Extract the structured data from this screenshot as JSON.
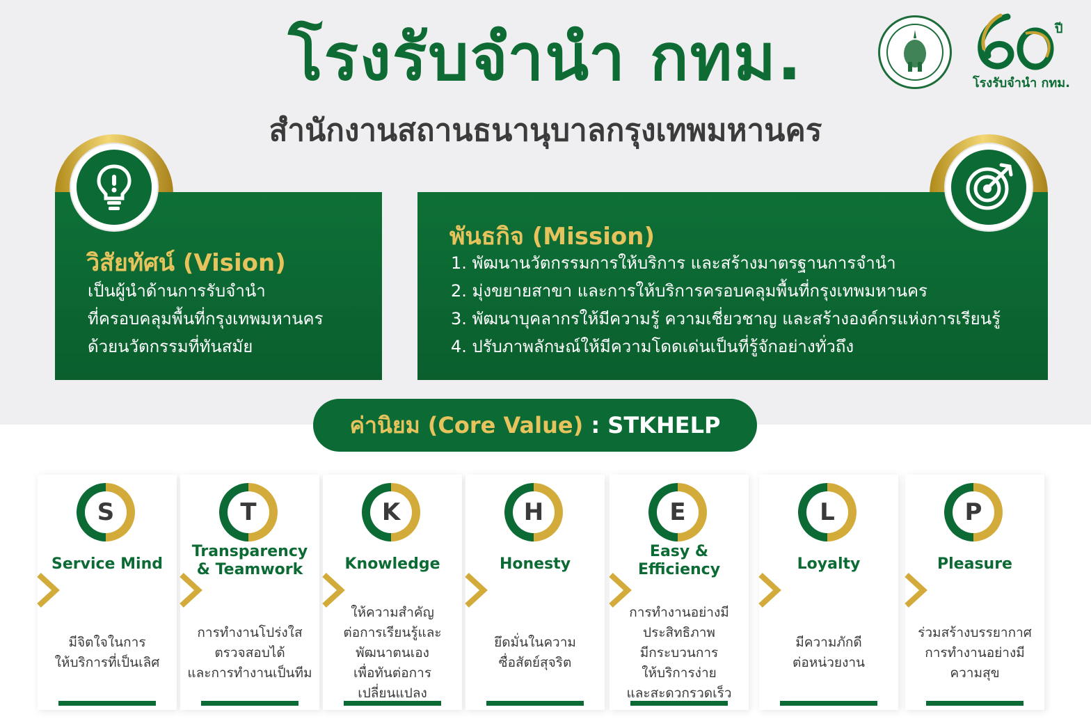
{
  "header": {
    "title": "โรงรับจำนำ กทม.",
    "subtitle": "สำนักงานสถานธนานุบาลกรุงเทพมหานคร"
  },
  "logo": {
    "anniversary_number": "60",
    "anniversary_suffix": "ปี",
    "anniversary_text": "โรงรับจำนำ กทม."
  },
  "vision": {
    "heading": "วิสัยทัศน์ (Vision)",
    "lines": [
      "เป็นผู้นำด้านการรับจำนำ",
      "ที่ครอบคลุมพื้นที่กรุงเทพมหานคร",
      "ด้วยนวัตกรรมที่ทันสมัย"
    ],
    "icon": "lightbulb-icon"
  },
  "mission": {
    "heading": "พันธกิจ (Mission)",
    "lines": [
      "1. พัฒนานวัตกรรมการให้บริการ และสร้างมาตรฐานการจำนำ",
      "2. มุ่งขยายสาขา และการให้บริการครอบคลุมพื้นที่กรุงเทพมหานคร",
      "3. พัฒนาบุคลากรให้มีความรู้ ความเชี่ยวชาญ และสร้างองค์กรแห่งการเรียนรู้",
      "4. ปรับภาพลักษณ์ให้มีความโดดเด่นเป็นที่รู้จักอย่างทั่วถึง"
    ],
    "icon": "target-icon"
  },
  "core_value": {
    "label": "ค่านิยม (Core Value)",
    "separator": " : ",
    "acronym": "STKHELP"
  },
  "values": [
    {
      "letter": "S",
      "title": [
        "Service Mind"
      ],
      "desc": [
        "มีจิตใจในการ",
        "ให้บริการที่เป็นเลิศ"
      ]
    },
    {
      "letter": "T",
      "title": [
        "Transparency",
        "& Teamwork"
      ],
      "desc": [
        "การทำงานโปร่งใส",
        "ตรวจสอบได้",
        "และการทำงานเป็นทีม"
      ]
    },
    {
      "letter": "K",
      "title": [
        "Knowledge"
      ],
      "desc": [
        "ให้ความสำคัญ",
        "ต่อการเรียนรู้และ",
        "พัฒนาตนเอง",
        "เพื่อทันต่อการ",
        "เปลี่ยนแปลง"
      ]
    },
    {
      "letter": "H",
      "title": [
        "Honesty"
      ],
      "desc": [
        "ยึดมั่นในความ",
        "ซื่อสัตย์สุจริต"
      ]
    },
    {
      "letter": "E",
      "title": [
        "Easy &",
        "Efficiency"
      ],
      "desc": [
        "การทำงานอย่างมี",
        "ประสิทธิภาพ",
        "มีกระบวนการ",
        "ให้บริการง่าย",
        "และสะดวกรวดเร็ว"
      ]
    },
    {
      "letter": "L",
      "title": [
        "Loyalty"
      ],
      "desc": [
        "มีความภักดี",
        "ต่อหน่วยงาน"
      ]
    },
    {
      "letter": "P",
      "title": [
        "Pleasure"
      ],
      "desc": [
        "ร่วมสร้างบรรยากาศ",
        "การทำงานอย่างมี",
        "ความสุข"
      ]
    }
  ],
  "colors": {
    "brand_green": "#0c6b34",
    "gold": "#d3ab3a"
  }
}
